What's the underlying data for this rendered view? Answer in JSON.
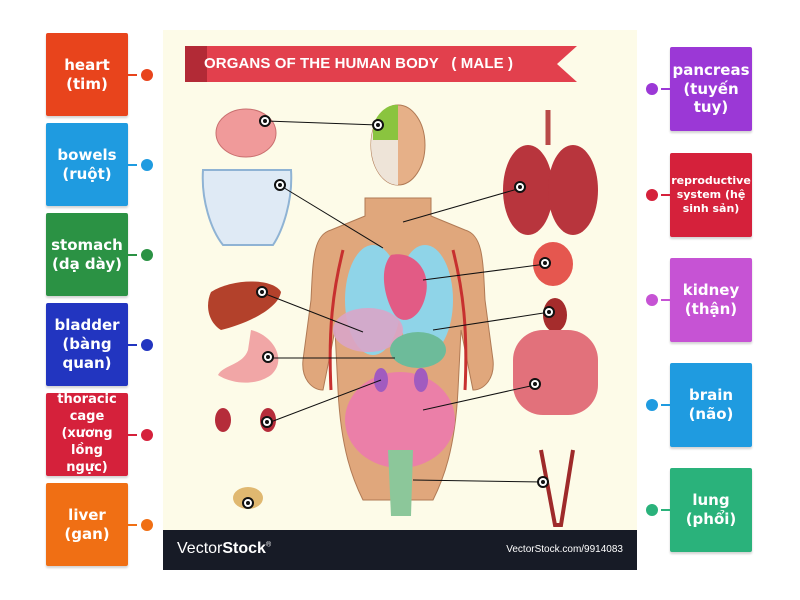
{
  "diagram": {
    "title": "ORGANS OF THE HUMAN BODY   ( MALE )",
    "footer_logo_light": "Vector",
    "footer_logo_bold": "Stock",
    "footer_logo_reg": "®",
    "footer_url": "VectorStock.com/9914083"
  },
  "left_tiles": [
    {
      "label": "heart\n(tim)",
      "color": "#e8441c"
    },
    {
      "label": "bowels\n(ruột)",
      "color": "#1f9be0"
    },
    {
      "label": "stomach\n(dạ dày)",
      "color": "#2b9244"
    },
    {
      "label": "bladder\n(bàng\nquan)",
      "color": "#2235c0"
    },
    {
      "label": "thoracic\ncage\n(xương\nlồng ngực)",
      "color": "#d5213b"
    },
    {
      "label": "liver\n(gan)",
      "color": "#f06f14"
    }
  ],
  "right_tiles": [
    {
      "label": "pancreas\n(tuyến\ntuy)",
      "color": "#9b38d6"
    },
    {
      "label": "reproductive\nsystem (hệ\nsinh sản)",
      "color": "#d5213b"
    },
    {
      "label": "kidney\n(thận)",
      "color": "#c653d4"
    },
    {
      "label": "brain\n(não)",
      "color": "#1f9be0"
    },
    {
      "label": "lung\n(phổi)",
      "color": "#2ab27b"
    }
  ]
}
